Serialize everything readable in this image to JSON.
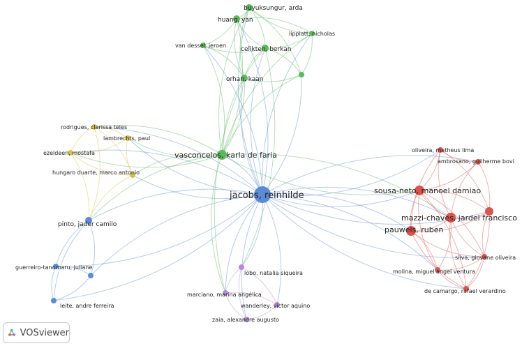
{
  "app": {
    "brand": "VOSviewer"
  },
  "clusters": {
    "red": "#d9534f",
    "green": "#5cb85c",
    "blue": "#5b8bd6",
    "yellow": "#d8c04a",
    "purple": "#b48ad8"
  },
  "nodes": [
    {
      "id": "jacobs",
      "label": "jacobs, reinhilde",
      "cluster": "blue"
    },
    {
      "id": "vasconcelos",
      "label": "vasconcelos, karla de faria",
      "cluster": "green"
    },
    {
      "id": "buyuksungur",
      "label": "buyuksungur, arda",
      "cluster": "green"
    },
    {
      "id": "huang",
      "label": "huang, yan",
      "cluster": "green"
    },
    {
      "id": "lipplatt",
      "label": "lipplatt, nicholas",
      "cluster": "green"
    },
    {
      "id": "vandessel",
      "label": "van dessel, jeroen",
      "cluster": "green"
    },
    {
      "id": "celikten",
      "label": "celikten, berkan",
      "cluster": "green"
    },
    {
      "id": "green7",
      "label": "",
      "cluster": "green"
    },
    {
      "id": "orhan",
      "label": "orhan, kaan",
      "cluster": "green"
    },
    {
      "id": "rodrigues",
      "label": "rodrigues, clarissa teles",
      "cluster": "yellow"
    },
    {
      "id": "lambrechts",
      "label": "lambrechts, paul",
      "cluster": "yellow"
    },
    {
      "id": "ezeldeen",
      "label": "ezeldeen, mostafa",
      "cluster": "yellow"
    },
    {
      "id": "hungaro",
      "label": "hungaro duarte, marco antonio",
      "cluster": "yellow"
    },
    {
      "id": "pinto",
      "label": "pinto, jader camilo",
      "cluster": "blue"
    },
    {
      "id": "guerreiro",
      "label": "guerreiro-tanomaru, juliane",
      "cluster": "blue"
    },
    {
      "id": "blue3",
      "label": "",
      "cluster": "blue"
    },
    {
      "id": "leite",
      "label": "leite, andre ferreira",
      "cluster": "blue"
    },
    {
      "id": "oliveira",
      "label": "oliveira, matheus lima",
      "cluster": "red"
    },
    {
      "id": "ambrosano",
      "label": "ambrosano, guilherme bovi",
      "cluster": "red"
    },
    {
      "id": "sousaneto",
      "label": "sousa-neto, manoel damiao",
      "cluster": "red"
    },
    {
      "id": "mazzi",
      "label": "mazzi-chaves, jardel francisco",
      "cluster": "red"
    },
    {
      "id": "red6",
      "label": "",
      "cluster": "red"
    },
    {
      "id": "pauwels",
      "label": "pauwels, ruben",
      "cluster": "red"
    },
    {
      "id": "silva",
      "label": "silva, giovane oliveira",
      "cluster": "red"
    },
    {
      "id": "molina",
      "label": "molina, miguel angel ventura",
      "cluster": "red"
    },
    {
      "id": "decamargo",
      "label": "de camargo, rafael verardino",
      "cluster": "red"
    },
    {
      "id": "lobo",
      "label": "lobo, natalia siqueira",
      "cluster": "purple"
    },
    {
      "id": "marciano",
      "label": "marciano, marina angélica",
      "cluster": "purple"
    },
    {
      "id": "wanderley",
      "label": "wanderley, victor aquino",
      "cluster": "purple"
    },
    {
      "id": "zaia",
      "label": "zaia, alexandre augusto",
      "cluster": "purple"
    }
  ]
}
